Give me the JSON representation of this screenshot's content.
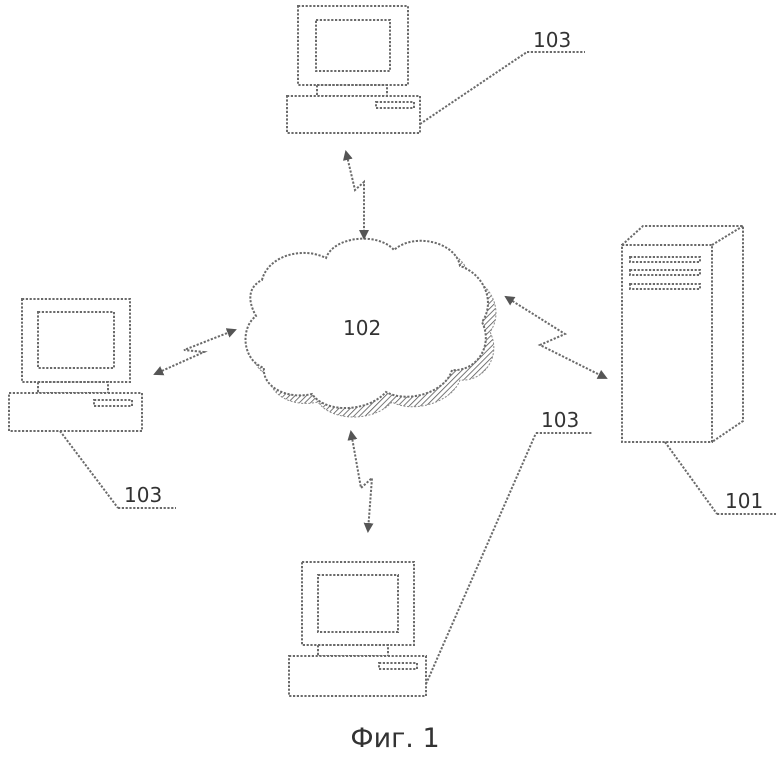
{
  "labels": {
    "network": "102",
    "server": "101",
    "client_top": "103",
    "client_left": "103",
    "client_bottom": "103"
  },
  "caption": "Фиг. 1"
}
